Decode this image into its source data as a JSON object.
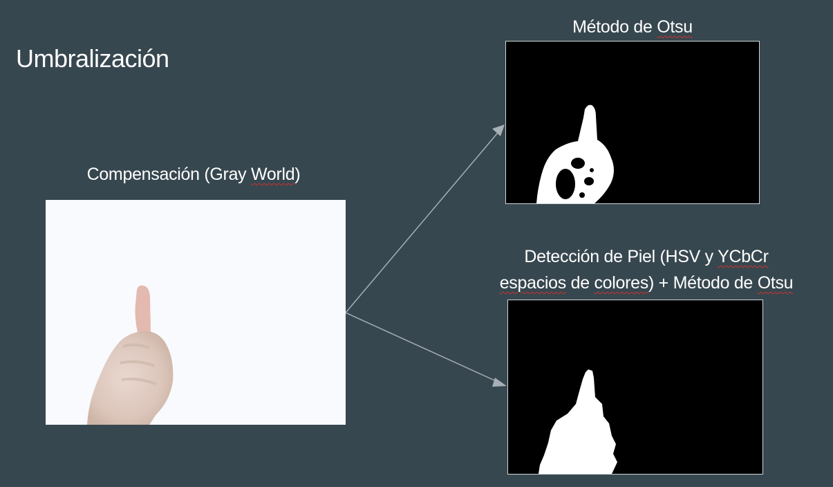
{
  "slide": {
    "title": "Umbralización"
  },
  "source": {
    "caption": "Compensación (Gray World)",
    "caption_pre": "Compensación (Gray ",
    "caption_flag": "World",
    "caption_post": ")"
  },
  "otsu": {
    "caption": "Método de Otsu",
    "caption_pre": "Método de ",
    "caption_flag": "Otsu"
  },
  "skin": {
    "caption": "Detección de Piel (HSV y YCbCr espacios de colores) + Método de Otsu",
    "line1_pre": "Detección de Piel (HSV y ",
    "line1_flag": "YCbCr",
    "line2_flag_a": "espacios",
    "line2_mid": " de ",
    "line2_flag_b": "colores",
    "line2_post": ") + Método de ",
    "line2_flag_c": "Otsu"
  },
  "colors": {
    "background": "#37474f",
    "text": "#ffffff",
    "arrow": "#a7b0b5",
    "spellcheck_underline": "#d0312d"
  }
}
